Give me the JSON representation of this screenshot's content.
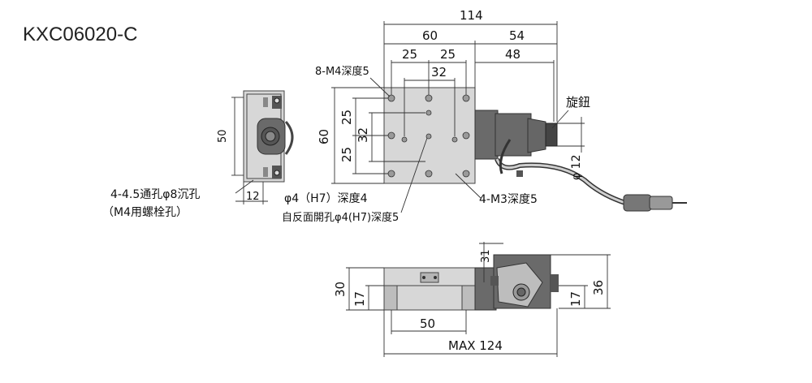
{
  "title": "KXC06020-C",
  "dims": {
    "top_114": "114",
    "top_60": "60",
    "top_54": "54",
    "top_25a": "25",
    "top_25b": "25",
    "top_48": "48",
    "top_32": "32",
    "left_60": "60",
    "left_25a": "25",
    "left_25b": "25",
    "left_32": "32",
    "side_50": "50",
    "side_12": "12",
    "right_phi12": "φ 12",
    "front_30": "30",
    "front_17": "17",
    "front_31": "31",
    "front_50": "50",
    "front_max124": "MAX 124",
    "front_36": "36",
    "front_17r": "17"
  },
  "notes": {
    "m4_depth": "8-M4深度5",
    "knob": "旋鈕",
    "through_hole": "4-4.5通孔φ8沉孔",
    "m4_bolt": "（M4用螺栓孔）",
    "phi4_h7": "φ4（H7）深度4",
    "back_phi4": "自反面開孔φ4(H7)深度5",
    "m3_depth": "4-M3深度5"
  }
}
